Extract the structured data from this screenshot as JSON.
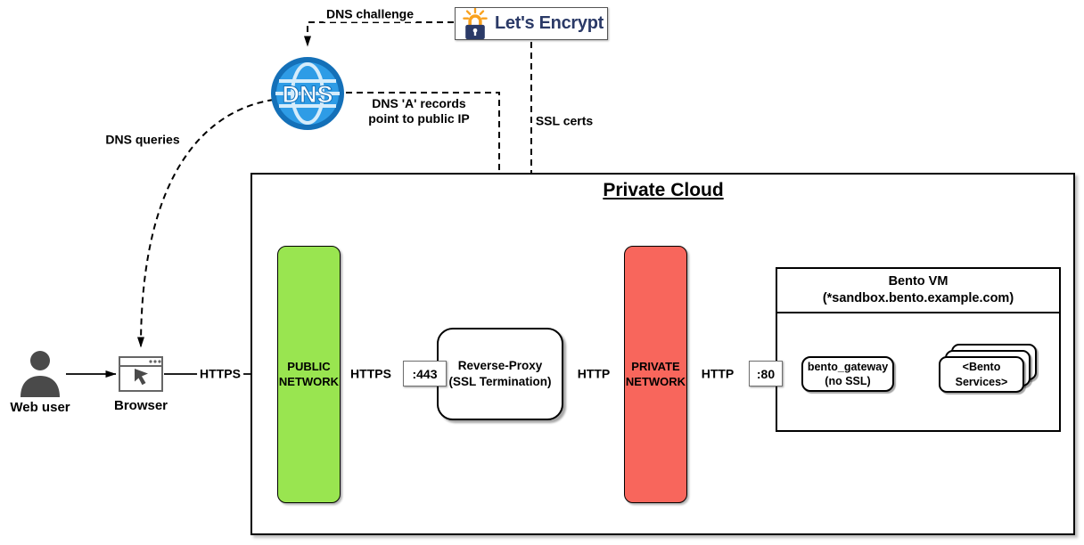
{
  "colors": {
    "public_network": "#99e550",
    "private_network": "#f8665c",
    "dns_fill": "#2e9ce6",
    "dns_ring": "#1470b8",
    "le_navy": "#2b3a67",
    "le_orange": "#f9a11d",
    "person_gray": "#4a4a4a"
  },
  "external": {
    "web_user": "Web user",
    "browser": "Browser",
    "dns_globe": "DNS",
    "lets_encrypt": "Let's Encrypt"
  },
  "edge_labels": {
    "dns_queries": "DNS queries",
    "dns_challenge": "DNS challenge",
    "dns_a_records_1": "DNS 'A' records",
    "dns_a_records_2": "point to public IP",
    "ssl_certs": "SSL certs",
    "https_1": "HTTPS",
    "https_2": "HTTPS",
    "http_1": "HTTP",
    "http_2": "HTTP"
  },
  "private_cloud": {
    "title": "Private Cloud",
    "public_network_1": "PUBLIC",
    "public_network_2": "NETWORK",
    "port_443": ":443",
    "reverse_proxy_1": "Reverse-Proxy",
    "reverse_proxy_2": "(SSL Termination)",
    "private_network_1": "PRIVATE",
    "private_network_2": "NETWORK",
    "port_80": ":80",
    "bento_vm": {
      "title_1": "Bento VM",
      "title_2": "(*sandbox.bento.example.com)",
      "gateway_1": "bento_gateway",
      "gateway_2": "(no SSL)",
      "services_1": "<Bento",
      "services_2": "Services>"
    }
  }
}
